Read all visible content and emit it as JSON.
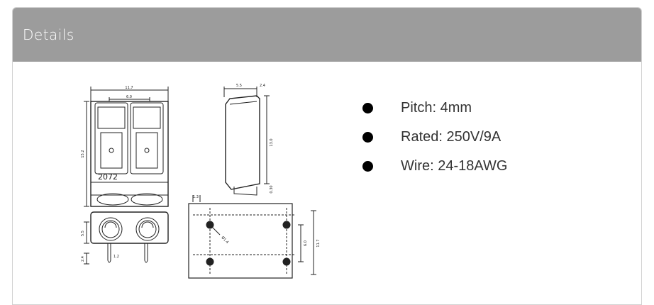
{
  "header": {
    "title": "Details"
  },
  "drawing": {
    "top_width": "11.7",
    "top_inner": "6.0",
    "top_height": "15.2",
    "model": "2072",
    "side_depth": "5.5",
    "side_lip": "2.4",
    "side_height": "13.0",
    "side_small": "0.30",
    "front_height": "5.5",
    "front_pin_height": "2.4",
    "front_pin": "1.2",
    "pcb_edge": "1.3",
    "pcb_hole": "Ø1.4",
    "pcb_pitch": "6.0",
    "pcb_height": "11.7"
  },
  "specs": [
    {
      "label": "Pitch: 4mm"
    },
    {
      "label": "Rated: 250V/9A"
    },
    {
      "label": "Wire: 24-18AWG"
    }
  ]
}
